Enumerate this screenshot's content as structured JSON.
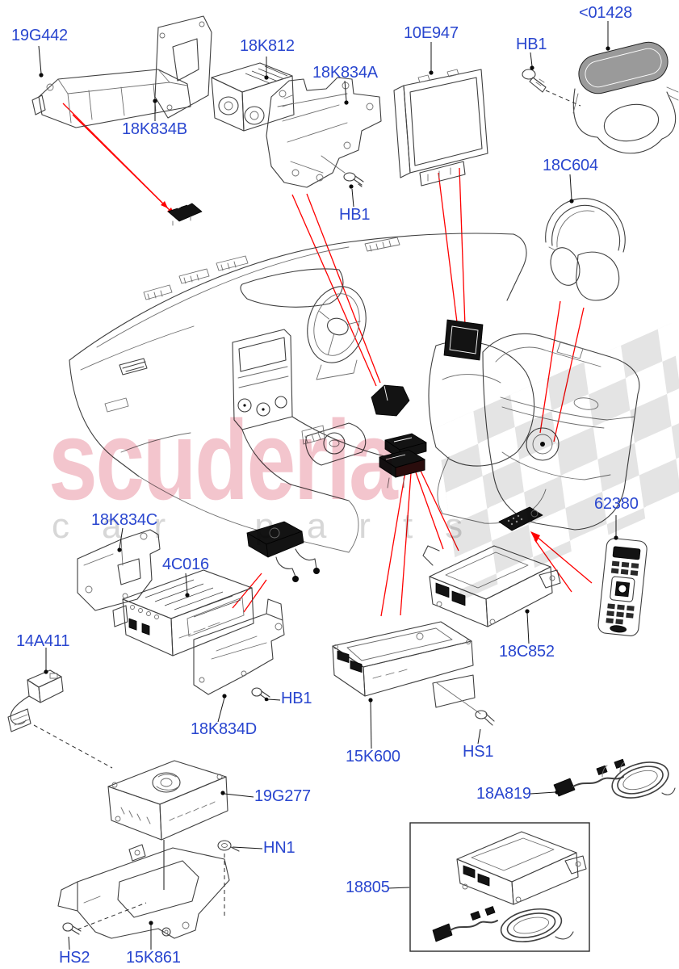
{
  "watermark": {
    "brand": "scuderia",
    "subtitle": "car parts"
  },
  "colors": {
    "callout_blue": "#2946cf",
    "leader_red": "#fe0000",
    "watermark_pink": "#d63e58",
    "watermark_gray": "#d7d7d7",
    "checker_gray": "#c9c9c9",
    "line_art": "#3f3f3f"
  },
  "callouts": [
    {
      "id": "19G442",
      "text": "19G442"
    },
    {
      "id": "18K834B",
      "text": "18K834B"
    },
    {
      "id": "18K812",
      "text": "18K812"
    },
    {
      "id": "18K834A",
      "text": "18K834A"
    },
    {
      "id": "10E947",
      "text": "10E947"
    },
    {
      "id": "HB1-top",
      "text": "HB1"
    },
    {
      "id": "01428",
      "text": "<01428"
    },
    {
      "id": "18C604",
      "text": "18C604"
    },
    {
      "id": "HB1-center",
      "text": "HB1"
    },
    {
      "id": "18K834C",
      "text": "18K834C"
    },
    {
      "id": "4C016",
      "text": "4C016"
    },
    {
      "id": "62380",
      "text": "62380"
    },
    {
      "id": "14A411",
      "text": "14A411"
    },
    {
      "id": "18C852",
      "text": "18C852"
    },
    {
      "id": "HB1-bracket",
      "text": "HB1"
    },
    {
      "id": "18K834D",
      "text": "18K834D"
    },
    {
      "id": "15K600",
      "text": "15K600"
    },
    {
      "id": "HS1",
      "text": "HS1"
    },
    {
      "id": "19G277",
      "text": "19G277"
    },
    {
      "id": "18A819",
      "text": "18A819"
    },
    {
      "id": "HN1",
      "text": "HN1"
    },
    {
      "id": "18805",
      "text": "18805"
    },
    {
      "id": "HS2",
      "text": "HS2"
    },
    {
      "id": "15K861",
      "text": "15K861"
    }
  ]
}
